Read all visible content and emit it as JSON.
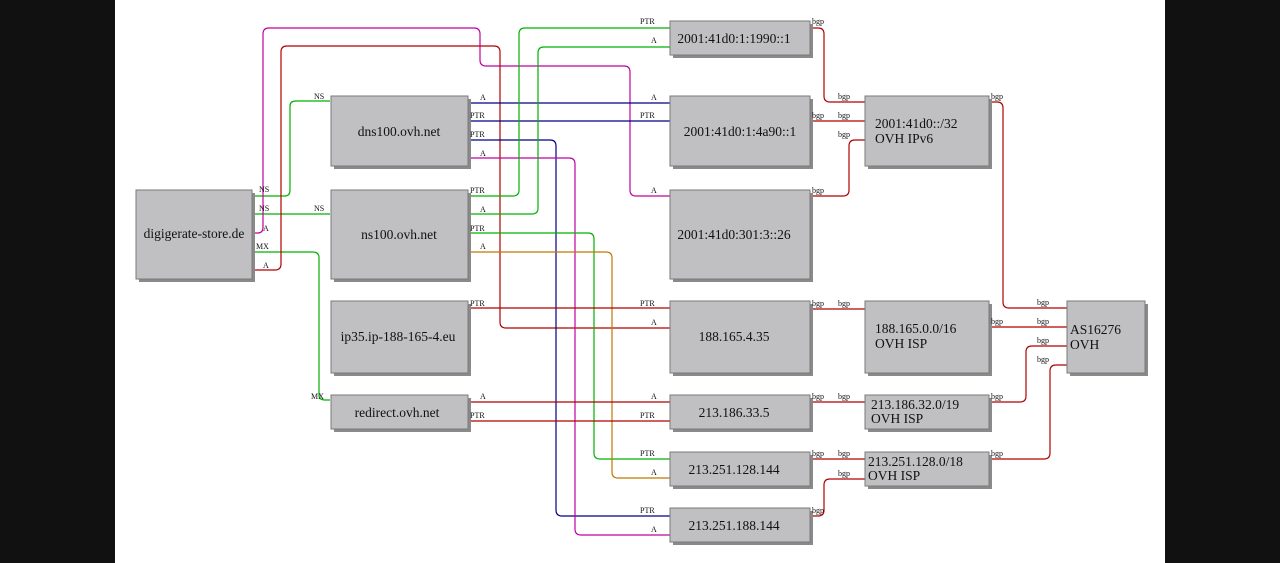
{
  "colors": {
    "red": "#b00000",
    "magenta": "#c000a0",
    "green": "#00b000",
    "navy": "#000080",
    "orange": "#c07800",
    "node_fill": "#c0bfc2"
  },
  "nodes": {
    "domain": "digigerate-store.de",
    "dns100": "dns100.ovh.net",
    "ns100": "ns100.ovh.net",
    "ip35": "ip35.ip-188-165-4.eu",
    "redirect": "redirect.ovh.net",
    "ip6_1990": "2001:41d0:1:1990::1",
    "ip6_4a90": "2001:41d0:1:4a90::1",
    "ip6_301": "2001:41d0:301:3::26",
    "ip_188": "188.165.4.35",
    "ip_213_186": "213.186.33.5",
    "ip_213_251_128": "213.251.128.144",
    "ip_213_251_188": "213.251.188.144",
    "net_ipv6": [
      "2001:41d0::/32",
      "OVH IPv6"
    ],
    "net_188": [
      "188.165.0.0/16",
      "OVH ISP"
    ],
    "net_213_186": [
      "213.186.32.0/19",
      "OVH ISP"
    ],
    "net_213_251": [
      "213.251.128.0/18",
      "OVH ISP"
    ],
    "asn": [
      "AS16276",
      "OVH"
    ]
  },
  "edge_labels": {
    "ns": "NS",
    "a": "A",
    "mx": "MX",
    "ptr": "PTR",
    "bgp": "bgp"
  }
}
